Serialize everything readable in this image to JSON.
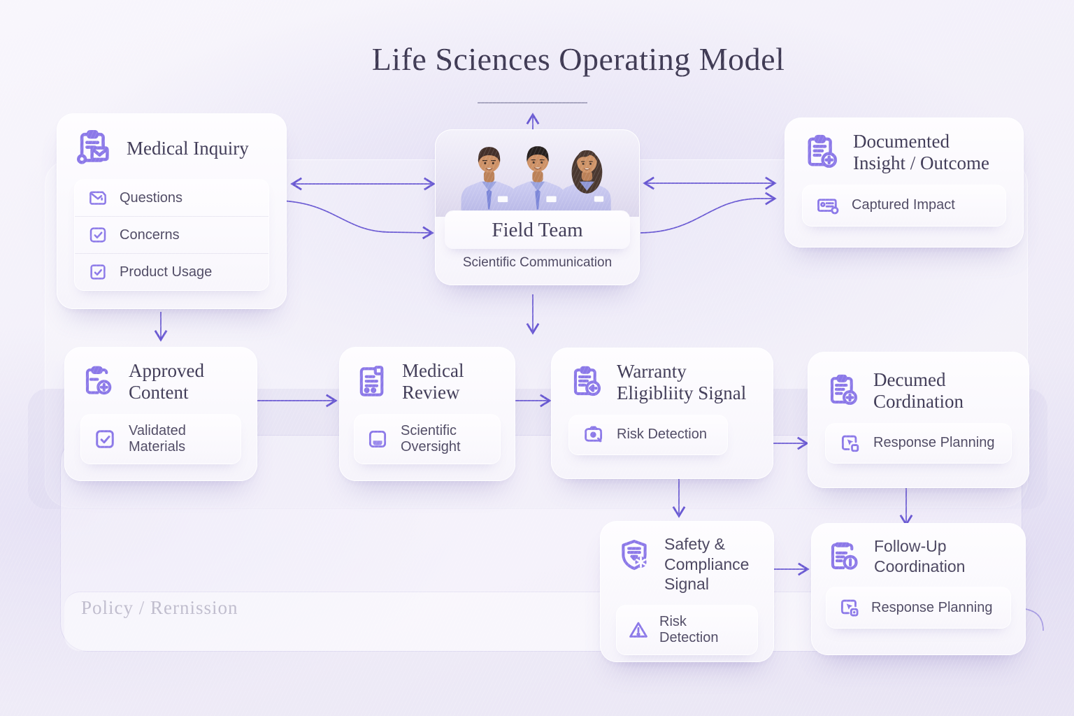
{
  "title": "Life Sciences Operating Model",
  "background_label": "Policy / Rernission",
  "colors": {
    "accent": "#8b78e8",
    "arrow": "#5b49cf",
    "heading_text": "#3f3a56"
  },
  "nodes": {
    "medical_inquiry": {
      "title": "Medical Inquiry",
      "icon": "clipboard-mail-icon",
      "items": [
        {
          "label": "Questions",
          "icon": "mail-icon"
        },
        {
          "label": "Concerns",
          "icon": "check-square-icon"
        },
        {
          "label": "Product Usage",
          "icon": "check-square-icon"
        }
      ]
    },
    "field_team": {
      "title": "Field Team",
      "subtitle": "Scientific Communication",
      "icon": "team-photo"
    },
    "documented_insight": {
      "title": "Documented Insight / Outcome",
      "icon": "clipboard-plus-icon",
      "items": [
        {
          "label": "Captured Impact",
          "icon": "id-card-icon"
        }
      ]
    },
    "approved_content": {
      "title": "Approved Content",
      "icon": "clipboard-plus-icon",
      "items": [
        {
          "label": "Validated Materials",
          "icon": "check-square-icon"
        }
      ]
    },
    "medical_review": {
      "title": "Medical Review",
      "icon": "document-icon",
      "items": [
        {
          "label": "Scientific Oversight",
          "icon": "book-icon"
        }
      ]
    },
    "warranty_signal": {
      "title": "Warranty Eligibliity Signal",
      "icon": "clipboard-clock-icon",
      "items": [
        {
          "label": "Risk Detection",
          "icon": "camera-search-icon"
        }
      ]
    },
    "documented_coordination": {
      "title": "Decumed Cordination",
      "icon": "clipboard-plus-icon",
      "items": [
        {
          "label": "Response Planning",
          "icon": "frame-pointer-icon"
        }
      ]
    },
    "safety_compliance": {
      "title": "Safety & Compliance Signal",
      "icon": "shield-badge-icon",
      "items": [
        {
          "label": "Risk Detection",
          "icon": "warning-triangle-icon"
        }
      ]
    },
    "followup_coordination": {
      "title": "Follow-Up Coordination",
      "icon": "clipboard-info-icon",
      "items": [
        {
          "label": "Response Planning",
          "icon": "image-pointer-icon"
        }
      ]
    }
  }
}
